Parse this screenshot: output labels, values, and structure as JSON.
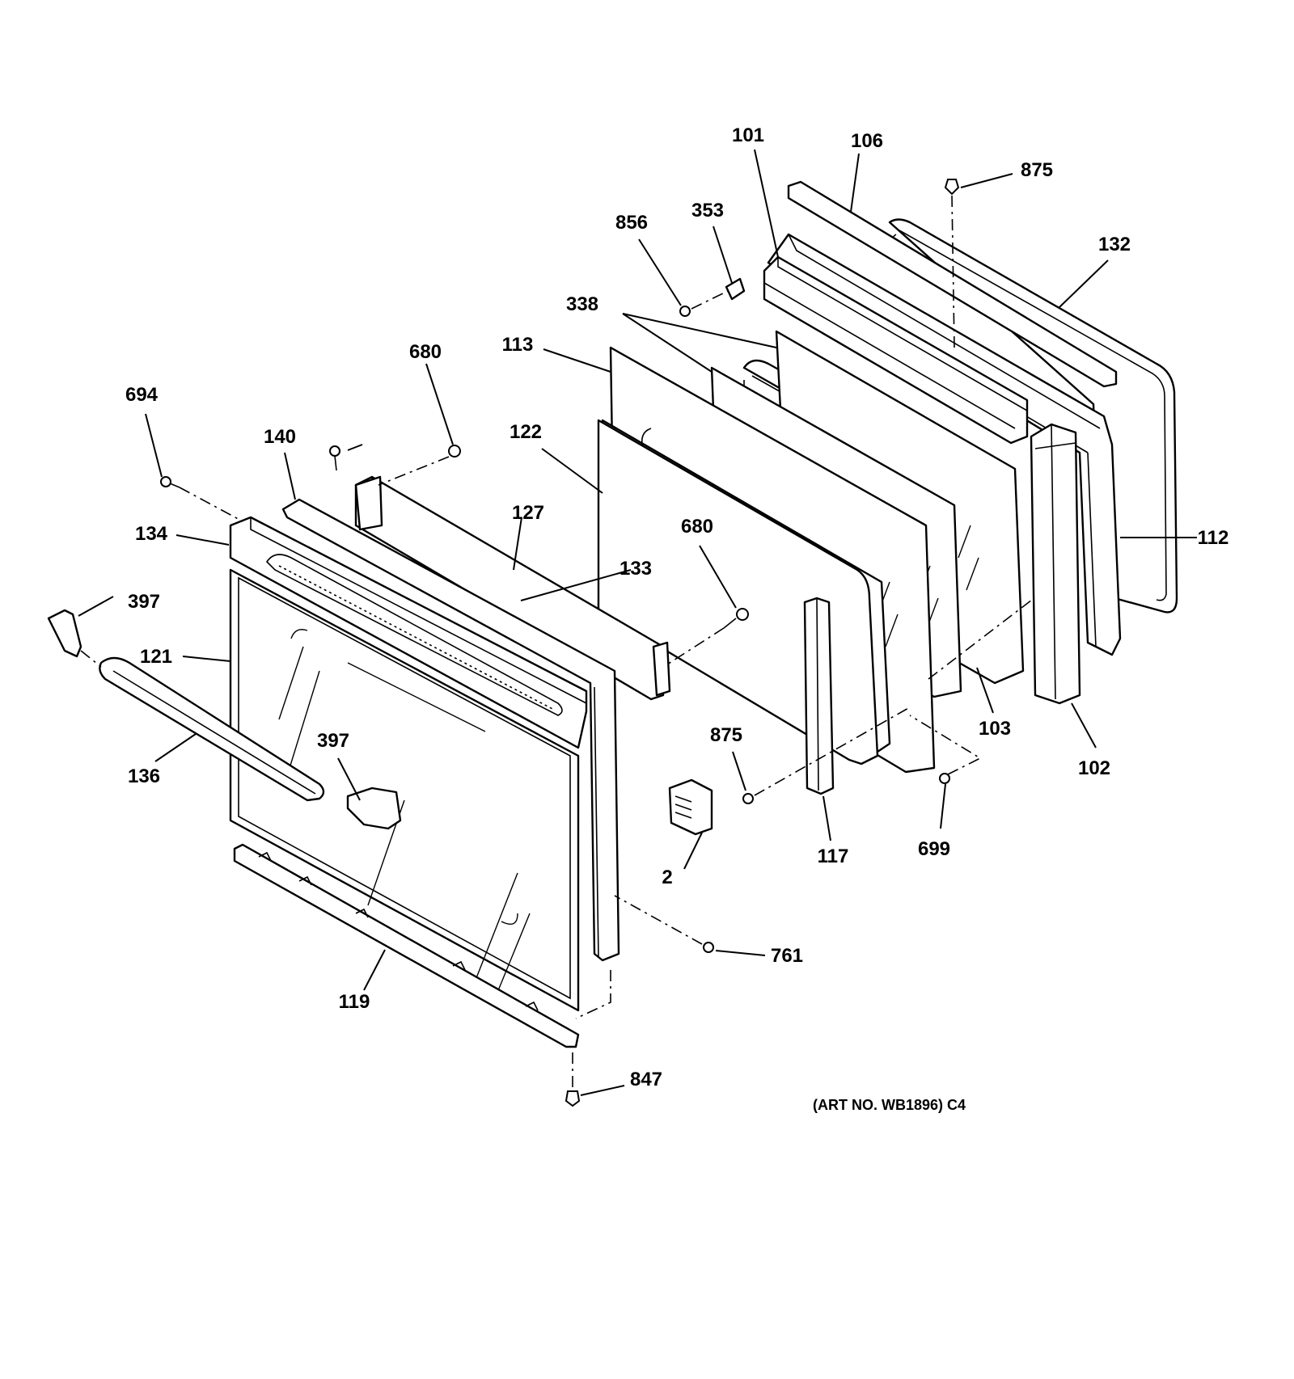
{
  "diagram": {
    "art_note": "(ART NO. WB1896) C4",
    "callouts": [
      {
        "id": "101",
        "label": "101"
      },
      {
        "id": "106",
        "label": "106"
      },
      {
        "id": "875",
        "label": "875"
      },
      {
        "id": "856",
        "label": "856"
      },
      {
        "id": "353",
        "label": "353"
      },
      {
        "id": "132",
        "label": "132"
      },
      {
        "id": "338",
        "label": "338"
      },
      {
        "id": "113",
        "label": "113"
      },
      {
        "id": "680",
        "label": "680"
      },
      {
        "id": "694",
        "label": "694"
      },
      {
        "id": "122",
        "label": "122"
      },
      {
        "id": "140",
        "label": "140"
      },
      {
        "id": "127",
        "label": "127"
      },
      {
        "id": "112",
        "label": "112"
      },
      {
        "id": "134",
        "label": "134"
      },
      {
        "id": "680",
        "label": "680"
      },
      {
        "id": "133",
        "label": "133"
      },
      {
        "id": "397",
        "label": "397"
      },
      {
        "id": "121",
        "label": "121"
      },
      {
        "id": "103",
        "label": "103"
      },
      {
        "id": "875",
        "label": "875"
      },
      {
        "id": "397",
        "label": "397"
      },
      {
        "id": "136",
        "label": "136"
      },
      {
        "id": "102",
        "label": "102"
      },
      {
        "id": "117",
        "label": "117"
      },
      {
        "id": "699",
        "label": "699"
      },
      {
        "id": "2",
        "label": "2"
      },
      {
        "id": "761",
        "label": "761"
      },
      {
        "id": "119",
        "label": "119"
      },
      {
        "id": "847",
        "label": "847"
      }
    ]
  }
}
